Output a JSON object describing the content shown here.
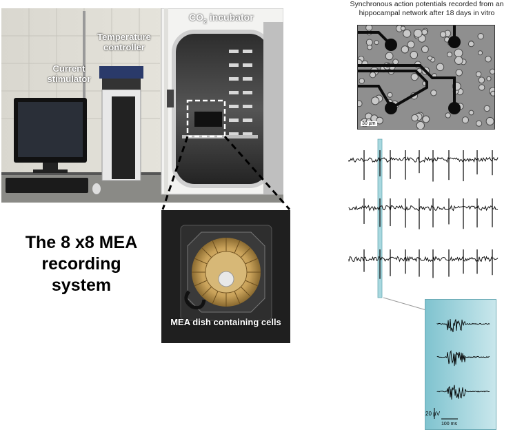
{
  "labels": {
    "incubator_prefix": "CO",
    "incubator_sub": "2",
    "incubator_suffix": " incubator",
    "temperature_controller": "Temperature controller",
    "current_stimulator": "Current stimulator",
    "mea_dish": "MEA dish containing cells"
  },
  "system_title": "The 8 x8 MEA recording system",
  "recording_caption": "Synchronous action potentials recorded from an hippocampal network after 18 days in vitro",
  "scale_bar": "30 µm",
  "inset": {
    "amplitude_scale": "20 µV",
    "time_scale": "100 ms"
  },
  "colors": {
    "photo_dark": "#1a1a1a",
    "dish_gold": "#c9a25a",
    "inset_bg": "#7fc3cf",
    "highlight_column": "#a8d8df"
  }
}
